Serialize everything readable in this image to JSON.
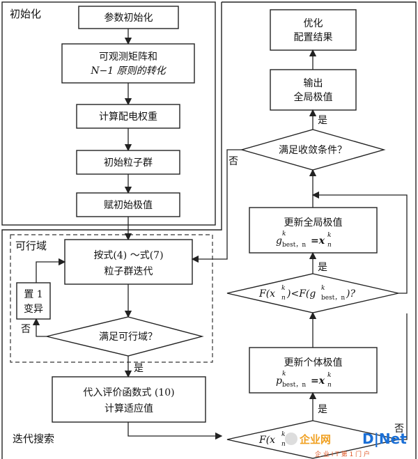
{
  "sections": {
    "init": "初始化",
    "feasible": "可行域",
    "iterate": "迭代搜索"
  },
  "boxes": {
    "param_init": "参数初始化",
    "transform_l1": "可观测矩阵和",
    "transform_l2": "N−1 原则的转化",
    "calc_weight": "计算配电权重",
    "init_swarm": "初始粒子群",
    "assign_extreme": "赋初始极值",
    "iterate_l1": "按式(4) ～式(7)",
    "iterate_l2": "粒子群迭代",
    "mutate_l1": "置 1",
    "mutate_l2": "变异",
    "fitness_l1": "代入评价函数式 (10)",
    "fitness_l2": "计算适应值",
    "update_personal": "更新个体极值",
    "update_global": "更新全局极值",
    "output_l1": "输出",
    "output_l2": "全局极值",
    "result_l1": "优化",
    "result_l2": "配置结果"
  },
  "formulas": {
    "p_best_lhs": "p",
    "p_best_sub": "best，n",
    "g_best_lhs": "g",
    "g_best_sub": "best，n",
    "k": "k",
    "n": "n",
    "eq_x": "=x",
    "cmp_global_a": "F(x",
    "cmp_global_b": ")<F(g",
    "cmp_global_c": ")?",
    "cmp_personal": "F(x"
  },
  "decisions": {
    "feasible_q": "满足可行域？",
    "converge_q": "满足收敛条件？"
  },
  "edge_labels": {
    "yes": "是",
    "no": "否"
  },
  "watermark": {
    "brand": "D|Net",
    "site": "企业网",
    "tagline": "企 业 I T 第 1 门 户"
  }
}
